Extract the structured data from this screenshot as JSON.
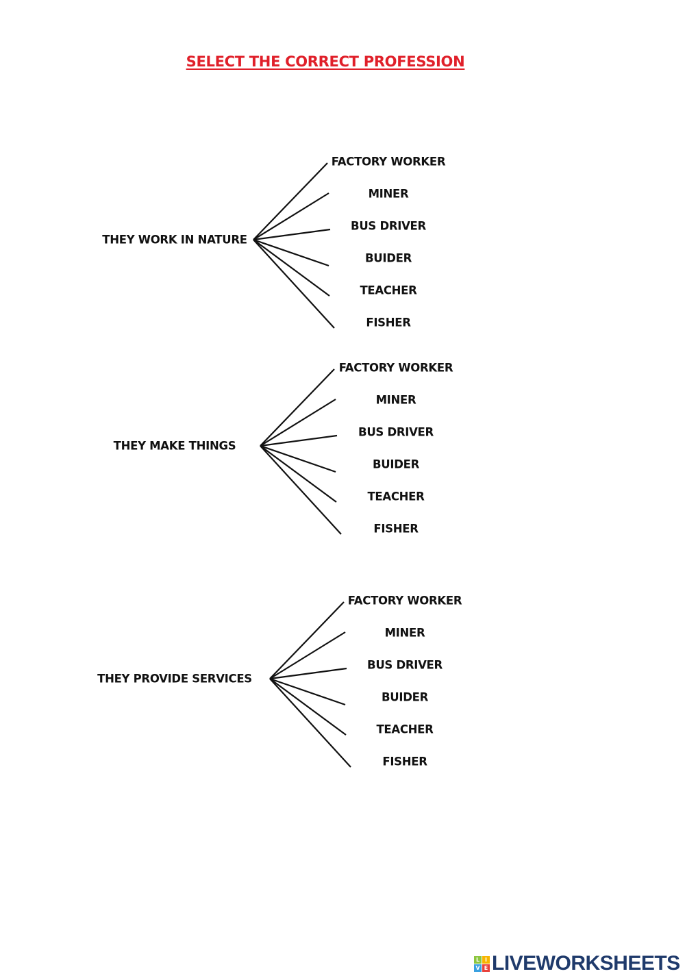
{
  "title": "SELECT THE CORRECT PROFESSION",
  "groups": [
    {
      "category": "THEY WORK IN NATURE",
      "options": [
        "FACTORY WORKER",
        "MINER",
        "BUS DRIVER",
        "BUIDER",
        "TEACHER",
        "FISHER"
      ]
    },
    {
      "category": "THEY MAKE THINGS",
      "options": [
        "FACTORY WORKER",
        "MINER",
        "BUS DRIVER",
        "BUIDER",
        "TEACHER",
        "FISHER"
      ]
    },
    {
      "category": "THEY PROVIDE SERVICES",
      "options": [
        "FACTORY WORKER",
        "MINER",
        "BUS DRIVER",
        "BUIDER",
        "TEACHER",
        "FISHER"
      ]
    }
  ],
  "logo": {
    "text": "LIVEWORKSHEETS",
    "tiles": [
      "L",
      "I",
      "V",
      "E"
    ],
    "tile_colors": [
      "#8cc63f",
      "#f7b500",
      "#3aa0e0",
      "#e8423b"
    ]
  }
}
